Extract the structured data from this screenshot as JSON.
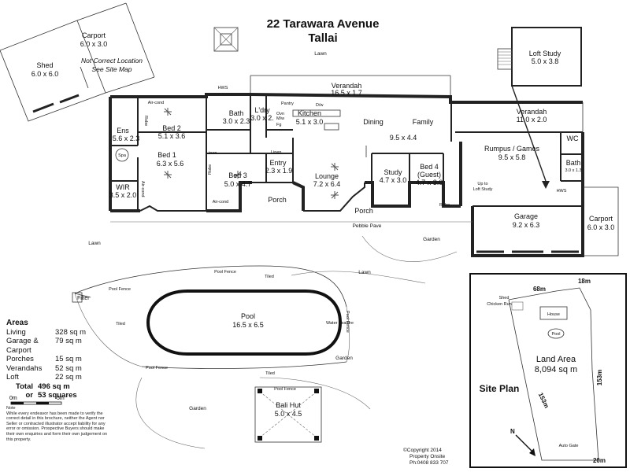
{
  "title": {
    "line1": "22 Tarawara Avenue",
    "line2": "Tallai"
  },
  "rooms": {
    "shed": {
      "name": "Shed",
      "dim": "6.0 x 6.0"
    },
    "carport_top": {
      "name": "Carport",
      "dim": "6.0 x 3.0"
    },
    "not_correct": {
      "line1": "Not Correct Location",
      "line2": "See Site Map"
    },
    "loft_study": {
      "name": "Loft Study",
      "dim": "5.0 x 3.8"
    },
    "verandah_top": {
      "name": "Verandah",
      "dim": "16.5 x 1.7"
    },
    "verandah_right": {
      "name": "Verandah",
      "dim": "11.0 x 2.0"
    },
    "ens": {
      "name": "Ens",
      "dim": "5.6 x 2.3"
    },
    "bed2": {
      "name": "Bed 2",
      "dim": "5.1 x 3.6"
    },
    "bath": {
      "name": "Bath",
      "dim": "3.0 x 2.3"
    },
    "ldry": {
      "name": "L'dry",
      "dim": "3.0 x 2."
    },
    "kitchen": {
      "name": "Kitchen",
      "dim": "5.1 x 3.0"
    },
    "dining": {
      "name": "Dining"
    },
    "family": {
      "name": "Family"
    },
    "dining_family_dim": "9.5 x 4.4",
    "bed1": {
      "name": "Bed 1",
      "dim": "6.3 x 5.6"
    },
    "wir": {
      "name": "WIR",
      "dim": "3.5 x 2.0"
    },
    "bed3": {
      "name": "Bed 3",
      "dim": "5.0 x 4.7"
    },
    "entry": {
      "name": "Entry",
      "dim": "2.3 x 1.9"
    },
    "lounge": {
      "name": "Lounge",
      "dim": "7.2 x 6.4"
    },
    "study": {
      "name": "Study",
      "dim": "4.7 x 3.0"
    },
    "bed4": {
      "name": "Bed 4",
      "sub": "(Guest)",
      "dim": "4.7 x 3.0"
    },
    "rumpus": {
      "name": "Rumpus / Games",
      "dim": "9.5 x 5.8"
    },
    "wc": {
      "name": "WC"
    },
    "bath2": {
      "name": "Bath",
      "dim": "3.0 x 1.3"
    },
    "garage": {
      "name": "Garage",
      "dim": "9.2 x 6.3"
    },
    "carport_right": {
      "name": "Carport",
      "dim": "6.0 x 3.0"
    },
    "pool": {
      "name": "Pool",
      "dim": "16.5 x 6.5"
    },
    "bali_hut": {
      "name": "Bali Hut",
      "dim": "5.0 x 4.5"
    }
  },
  "labels": {
    "lawn_top": "Lawn",
    "lawn_left": "Lawn",
    "lawn_right": "Lawn",
    "hws": "HWS",
    "hws2": "HWS",
    "aircond1": "Air-cond",
    "aircond2": "Air-cond",
    "aircond3": "Air-cond",
    "robe1": "Robe",
    "robe2": "Robe",
    "robe3": "Robe",
    "linen1": "Linen",
    "linen2": "Linen",
    "spa": "Spa",
    "pantry": "Pantry",
    "dw": "D/w",
    "ovn": "Ovn",
    "mw": "M/w",
    "fg": "Fg",
    "porch1": "Porch",
    "porch2": "Porch",
    "pebble_pave": "Pebble Pave",
    "garden1": "Garden",
    "garden2": "Garden",
    "garden3": "Garden",
    "up_to": "Up to",
    "loft_study": "Loft Study",
    "pool_fence1": "Pool Fence",
    "pool_fence2": "Pool Fence",
    "pool_fence3": "Pool Fence",
    "pool_fence4": "Pool Fence",
    "pool_fence5": "Pool Fence",
    "tiled1": "Tiled",
    "tiled2": "Tiled",
    "tiled3": "Tiled",
    "filter": "Filter",
    "water_feature": "Water Feature",
    "robe4": "Robe"
  },
  "site_plan": {
    "title": "Site Plan",
    "land_area_label": "Land Area",
    "land_area_value": "8,094 sq m",
    "shed": "Shed",
    "chicken_run": "Chicken Run",
    "house": "House",
    "pool": "Pool",
    "auto_gate": "Auto Gate",
    "dim_68": "68m",
    "dim_18": "18m",
    "dim_153a": "153m",
    "dim_153b": "153m",
    "dim_20": "20m",
    "north": "N"
  },
  "areas": {
    "heading": "Areas",
    "rows": [
      {
        "label": "Living",
        "value": "328 sq m"
      },
      {
        "label": "Garage & Carport",
        "value": "79 sq m"
      },
      {
        "label": "Porches",
        "value": "15 sq m"
      },
      {
        "label": "Verandahs",
        "value": "52 sq m"
      },
      {
        "label": "Loft",
        "value": "22 sq m"
      }
    ],
    "total_label": "Total",
    "total_value": "496 sq m",
    "or_label": "or",
    "squares_value": "53 squares"
  },
  "scale": {
    "zero": "0m",
    "five": "5m"
  },
  "note": {
    "heading": "Note",
    "text": "While every endeavor has been made to verify the correct detail in this brochure, neither the Agent nor Seller or contracted illustrator accept liability for any error or omission. Prospective Buyers should make their own enquiries and form their own judgement on this property."
  },
  "copyright": {
    "line1": "Copyright 2014",
    "line2": "Property Onsite",
    "line3": "Ph:0408 833 707"
  }
}
